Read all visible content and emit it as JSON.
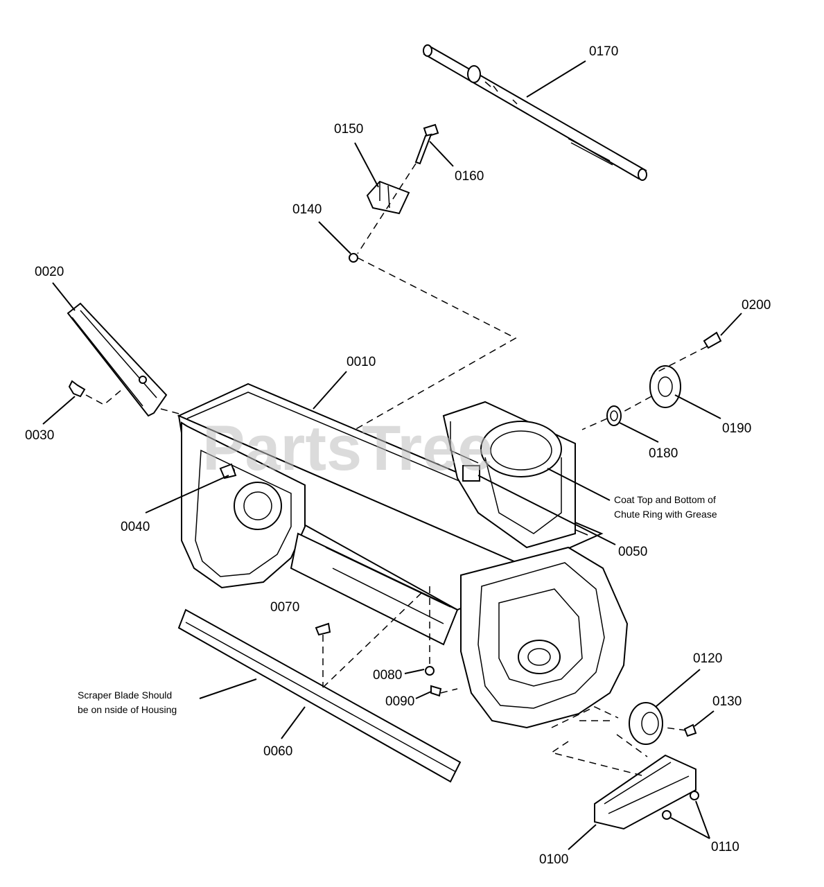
{
  "watermark": "PartsTree",
  "callouts": {
    "p0010": "0010",
    "p0020": "0020",
    "p0030": "0030",
    "p0040": "0040",
    "p0050": "0050",
    "p0060": "0060",
    "p0070": "0070",
    "p0080": "0080",
    "p0090": "0090",
    "p0100": "0100",
    "p0110": "0110",
    "p0120": "0120",
    "p0130": "0130",
    "p0140": "0140",
    "p0150": "0150",
    "p0160": "0160",
    "p0170": "0170",
    "p0180": "0180",
    "p0190": "0190",
    "p0200": "0200"
  },
  "notes": {
    "grease_line1": "Coat Top and Bottom of",
    "grease_line2": "Chute Ring with Grease",
    "scraper_line1": "Scraper Blade Should",
    "scraper_line2": "be on  nside of Housing"
  }
}
